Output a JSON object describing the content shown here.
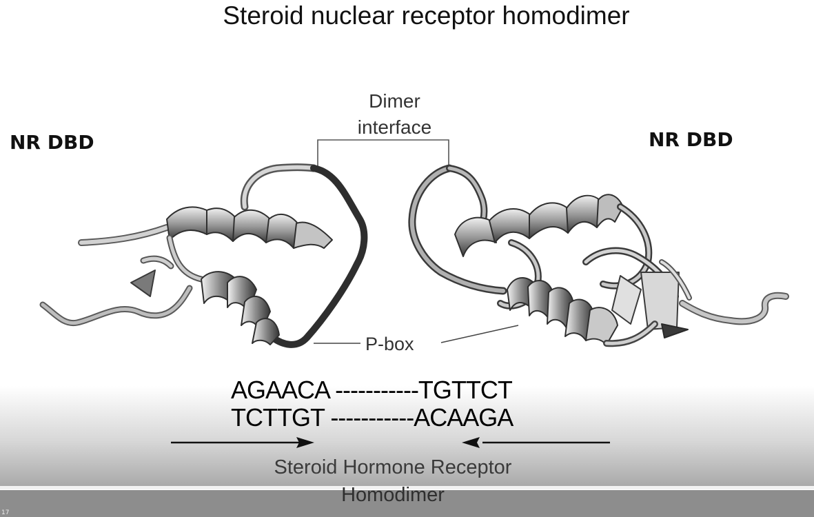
{
  "title": "Steroid nuclear receptor homodimer",
  "labels": {
    "nr_dbd_left": "NR DBD",
    "nr_dbd_right": "NR DBD",
    "dimer_interface_line1": "Dimer",
    "dimer_interface_line2": "interface",
    "p_box": "P-box"
  },
  "sequence": {
    "top_strand": "AGAACA -----------TGTTCT",
    "bottom_strand": "TCTTGT -----------ACAAGA"
  },
  "caption": {
    "line1": "Steroid Hormone Receptor",
    "line2": "Homodimer"
  },
  "slide_number": "17",
  "colors": {
    "ribbon_light": "#d9d9d9",
    "ribbon_mid": "#8a8a8a",
    "ribbon_dark": "#3c3c3c",
    "p_box_loop": "#2e2e2e",
    "footer_bar": "#8d8d8d"
  }
}
